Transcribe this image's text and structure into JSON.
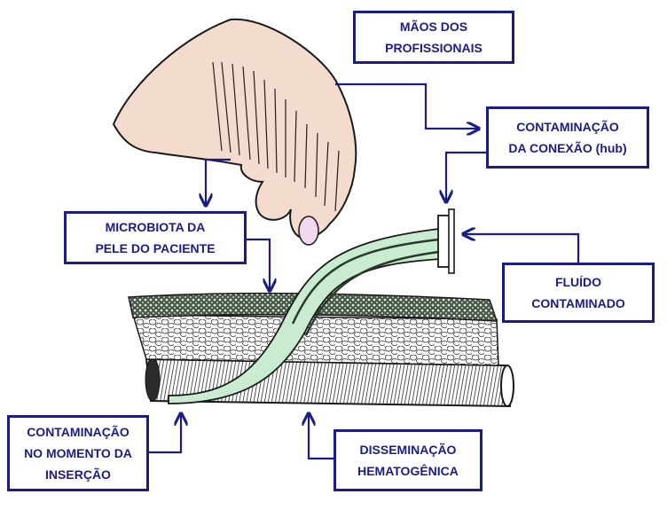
{
  "colors": {
    "label": "#1c1c86",
    "arrow": "#1c1c86",
    "catheter": "#c9ecd0",
    "skin_line": "#1a1a1a",
    "hand": "#f3dccd"
  },
  "labels": {
    "maos": [
      "MÃOS DOS",
      "PROFISSIONAIS"
    ],
    "conexao": [
      "CONTAMINAÇÃO",
      "DA CONEXÃO (hub)"
    ],
    "microbiota": [
      "MICROBIOTA DA",
      "PELE DO PACIENTE"
    ],
    "fluido": [
      "FLUÍDO",
      "CONTAMINADO"
    ],
    "insercao": [
      "CONTAMINAÇÃO",
      "NO MOMENTO DA",
      "INSERÇÃO"
    ],
    "hematogenica": [
      "DISSEMINAÇÃO",
      "HEMATOGÊNICA"
    ]
  }
}
